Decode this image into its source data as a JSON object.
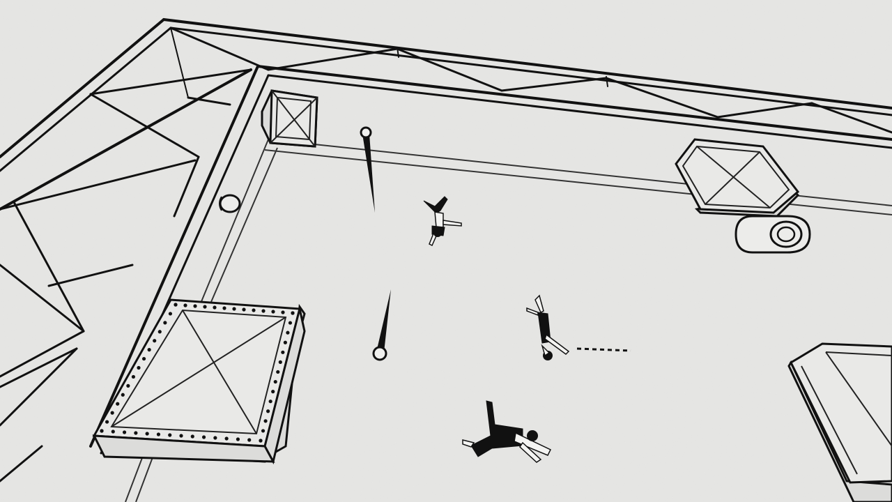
{
  "scene": {
    "background_color": "#e6e6e4",
    "ink_color": "#111111",
    "style": "hand-drawn paper sketch, top-down view"
  },
  "entities": {
    "players": [
      {
        "id": "player-1",
        "pose": "falling"
      },
      {
        "id": "player-2",
        "pose": "falling"
      },
      {
        "id": "player-3",
        "pose": "falling"
      }
    ],
    "crates": [
      "crate-small-top",
      "crate-large-left",
      "crate-right-top",
      "crate-right-bottom"
    ],
    "pickups": [
      "ring-target-left",
      "ring-target-right"
    ],
    "projectiles": [
      "falling-ball-top",
      "falling-ball-bottom"
    ]
  }
}
